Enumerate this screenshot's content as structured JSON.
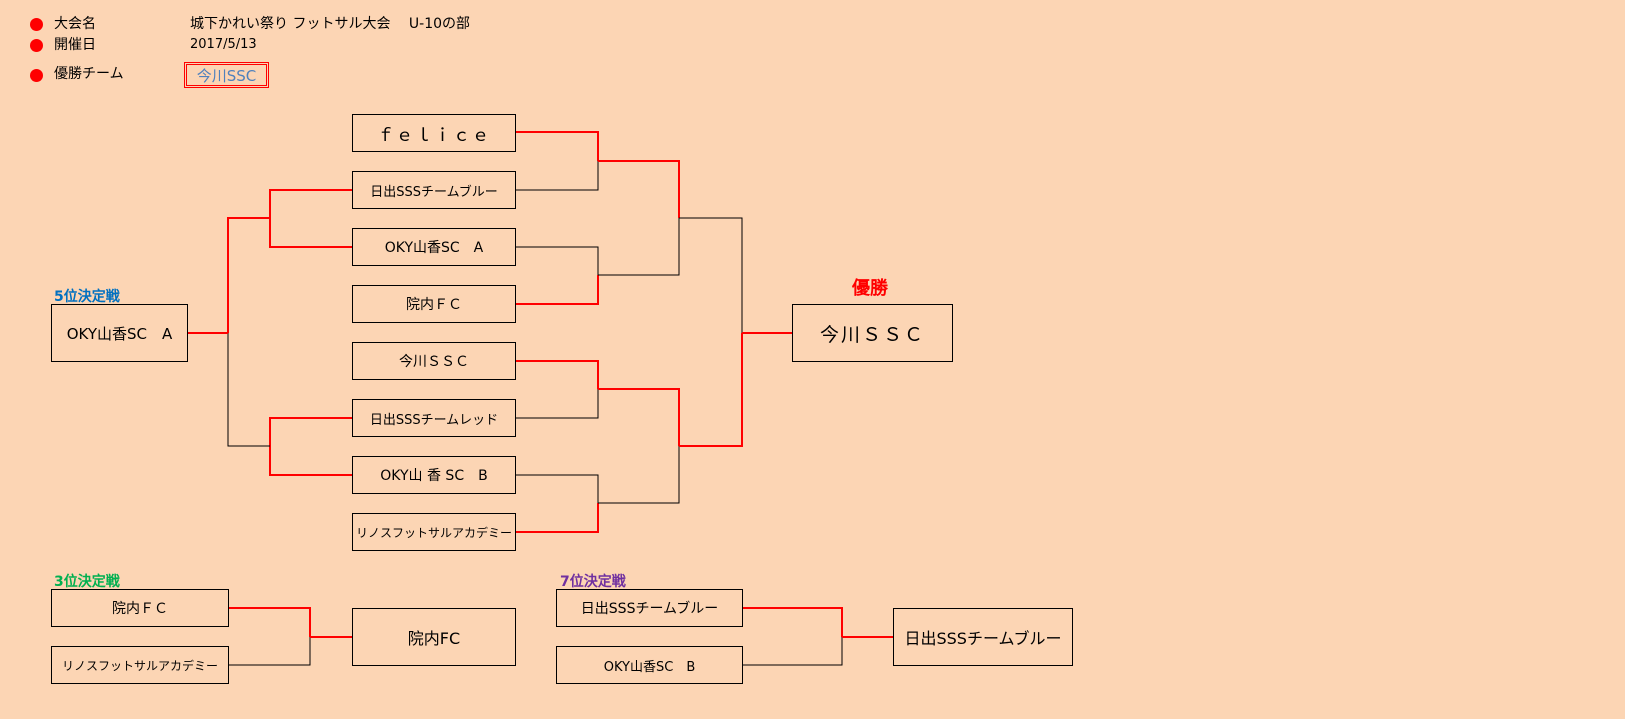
{
  "info": {
    "tournament_label": "大会名",
    "tournament_name": "城下かれい祭り フットサル大会　 U-10の部",
    "date_label": "開催日",
    "date_value": "2017/5/13",
    "winner_label": "優勝チーム",
    "winner_value": "今川SSC"
  },
  "bracket": {
    "teams": [
      "ｆｅｌｉｃｅ",
      "日出SSSチームブルー",
      "OKY山香SC　A",
      "院内ＦＣ",
      "今川ＳＳＣ",
      "日出SSSチームレッド",
      "OKY山 香 SC　B",
      "リノスフットサルアカデミー"
    ],
    "champion_label": "優勝",
    "champion": "今川ＳＳＣ"
  },
  "fifth_place": {
    "label": "5位決定戦",
    "winner": "OKY山香SC　A"
  },
  "third_place": {
    "label": "3位決定戦",
    "team_a": "院内ＦＣ",
    "team_b": "リノスフットサルアカデミー",
    "winner": "院内FC"
  },
  "seventh_place": {
    "label": "7位決定戦",
    "team_a": "日出SSSチームブルー",
    "team_b": "OKY山香SC　B",
    "winner": "日出SSSチームブルー"
  },
  "colors": {
    "background": "#fcd5b4",
    "winner_line": "#ff0000",
    "loser_line": "#000000",
    "fifth_label": "#0070c0",
    "third_label": "#00b050",
    "seventh_label": "#7030a0",
    "champion_label": "#ff0000",
    "winner_text": "#4f81bd"
  }
}
